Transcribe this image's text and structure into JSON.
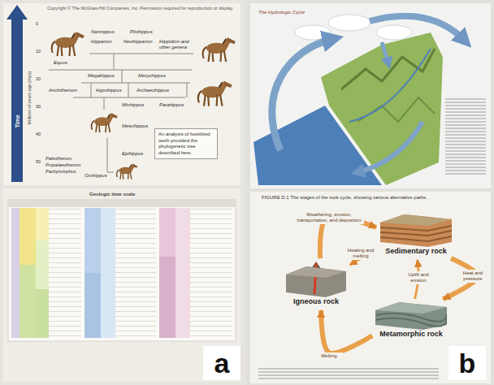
{
  "diagram": {
    "nodes": [
      {
        "text": [
          "An analysis of fossilized teeth provided the phylogenetic tree described here."
        ]
      },
      {
        "text": [
          "a"
        ]
      },
      {
        "text": [
          "Sedimentary rock"
        ]
      },
      {
        "text": [
          "Igneous rock"
        ]
      },
      {
        "text": [
          "Metamorphic rock"
        ]
      },
      {
        "text": [
          "b"
        ]
      }
    ],
    "edges": [
      {
        "from": 3,
        "to": 2,
        "label": "Weathering, erosion, transportation, and deposition",
        "arrow": "to"
      },
      {
        "from": 2,
        "to": 4,
        "label": "Heat and pressure",
        "arrow": "to"
      },
      {
        "from": 4,
        "to": 3,
        "label": "Melting",
        "arrow": "to"
      },
      {
        "from": 2,
        "to": 3,
        "label": "Heating and melting",
        "arrow": "to"
      },
      {
        "from": 4,
        "to": 2,
        "label": "Uplift and erosion",
        "arrow": "to"
      }
    ],
    "labels": [
      "Copyright © The McGraw-Hill Companies, Inc. Permission required for reproduction or display.",
      "Time",
      "Millions of years ago (mya)",
      "0",
      "10",
      "20",
      "30",
      "40",
      "50",
      "Equus",
      "Nannippus",
      "Pliohippus",
      "Hipparion",
      "Neohipparion",
      "Hippidion and other genera",
      "Megahippus",
      "Merychippus",
      "Anchitherium",
      "Hypohippus",
      "Archaeohippus",
      "Parahippus",
      "Miohippus",
      "Mesohippus",
      "Epihippus",
      "Paleotherium",
      "Propalaeotherium",
      "Pachynolophus",
      "Orohippus",
      "Geologic time scale",
      "The Hydrologic Cycle",
      "FIGURE D.1 The stages of the rock cycle, showing various alternative paths."
    ]
  }
}
